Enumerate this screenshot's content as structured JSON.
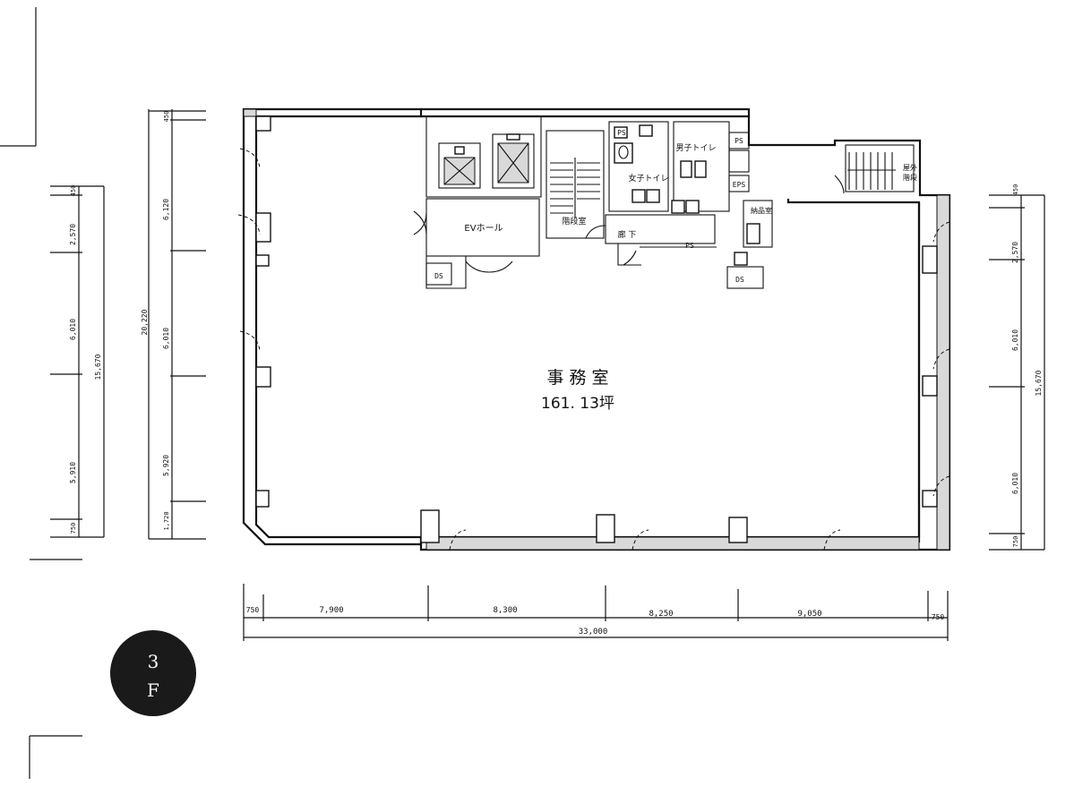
{
  "rooms": {
    "office": "事 務 室",
    "office_area": "161. 13坪",
    "ev_hall": "EVホール",
    "stair_room": "階段室",
    "corridor": "廊 下",
    "womens_wc": "女子トイレ",
    "mens_wc": "男子トイレ",
    "storage": "納品室",
    "outdoor_stair": "屋外\n階段",
    "ps_left": "PS",
    "ps_right": "PS",
    "eps": "EPS",
    "ds_left": "DS",
    "ds_right": "DS",
    "ps_corridor": "PS"
  },
  "dimensions": {
    "bottom": [
      "750",
      "7,900",
      "8,300",
      "8,250",
      "9,050",
      "750"
    ],
    "bottom_total": "33,000",
    "left_outer": [
      "450",
      "2,570",
      "6,010",
      "5,910",
      "750"
    ],
    "left_outer_total": "15,670",
    "left_inner": [
      "450",
      "6,120",
      "6,010",
      "5,920",
      "1,720"
    ],
    "left_inner_total": "20,220",
    "right": [
      "450",
      "2,570",
      "6,010",
      "6,010",
      "750"
    ],
    "right_total": "15,670"
  },
  "floor_badge": {
    "number": "3",
    "unit": "F"
  }
}
